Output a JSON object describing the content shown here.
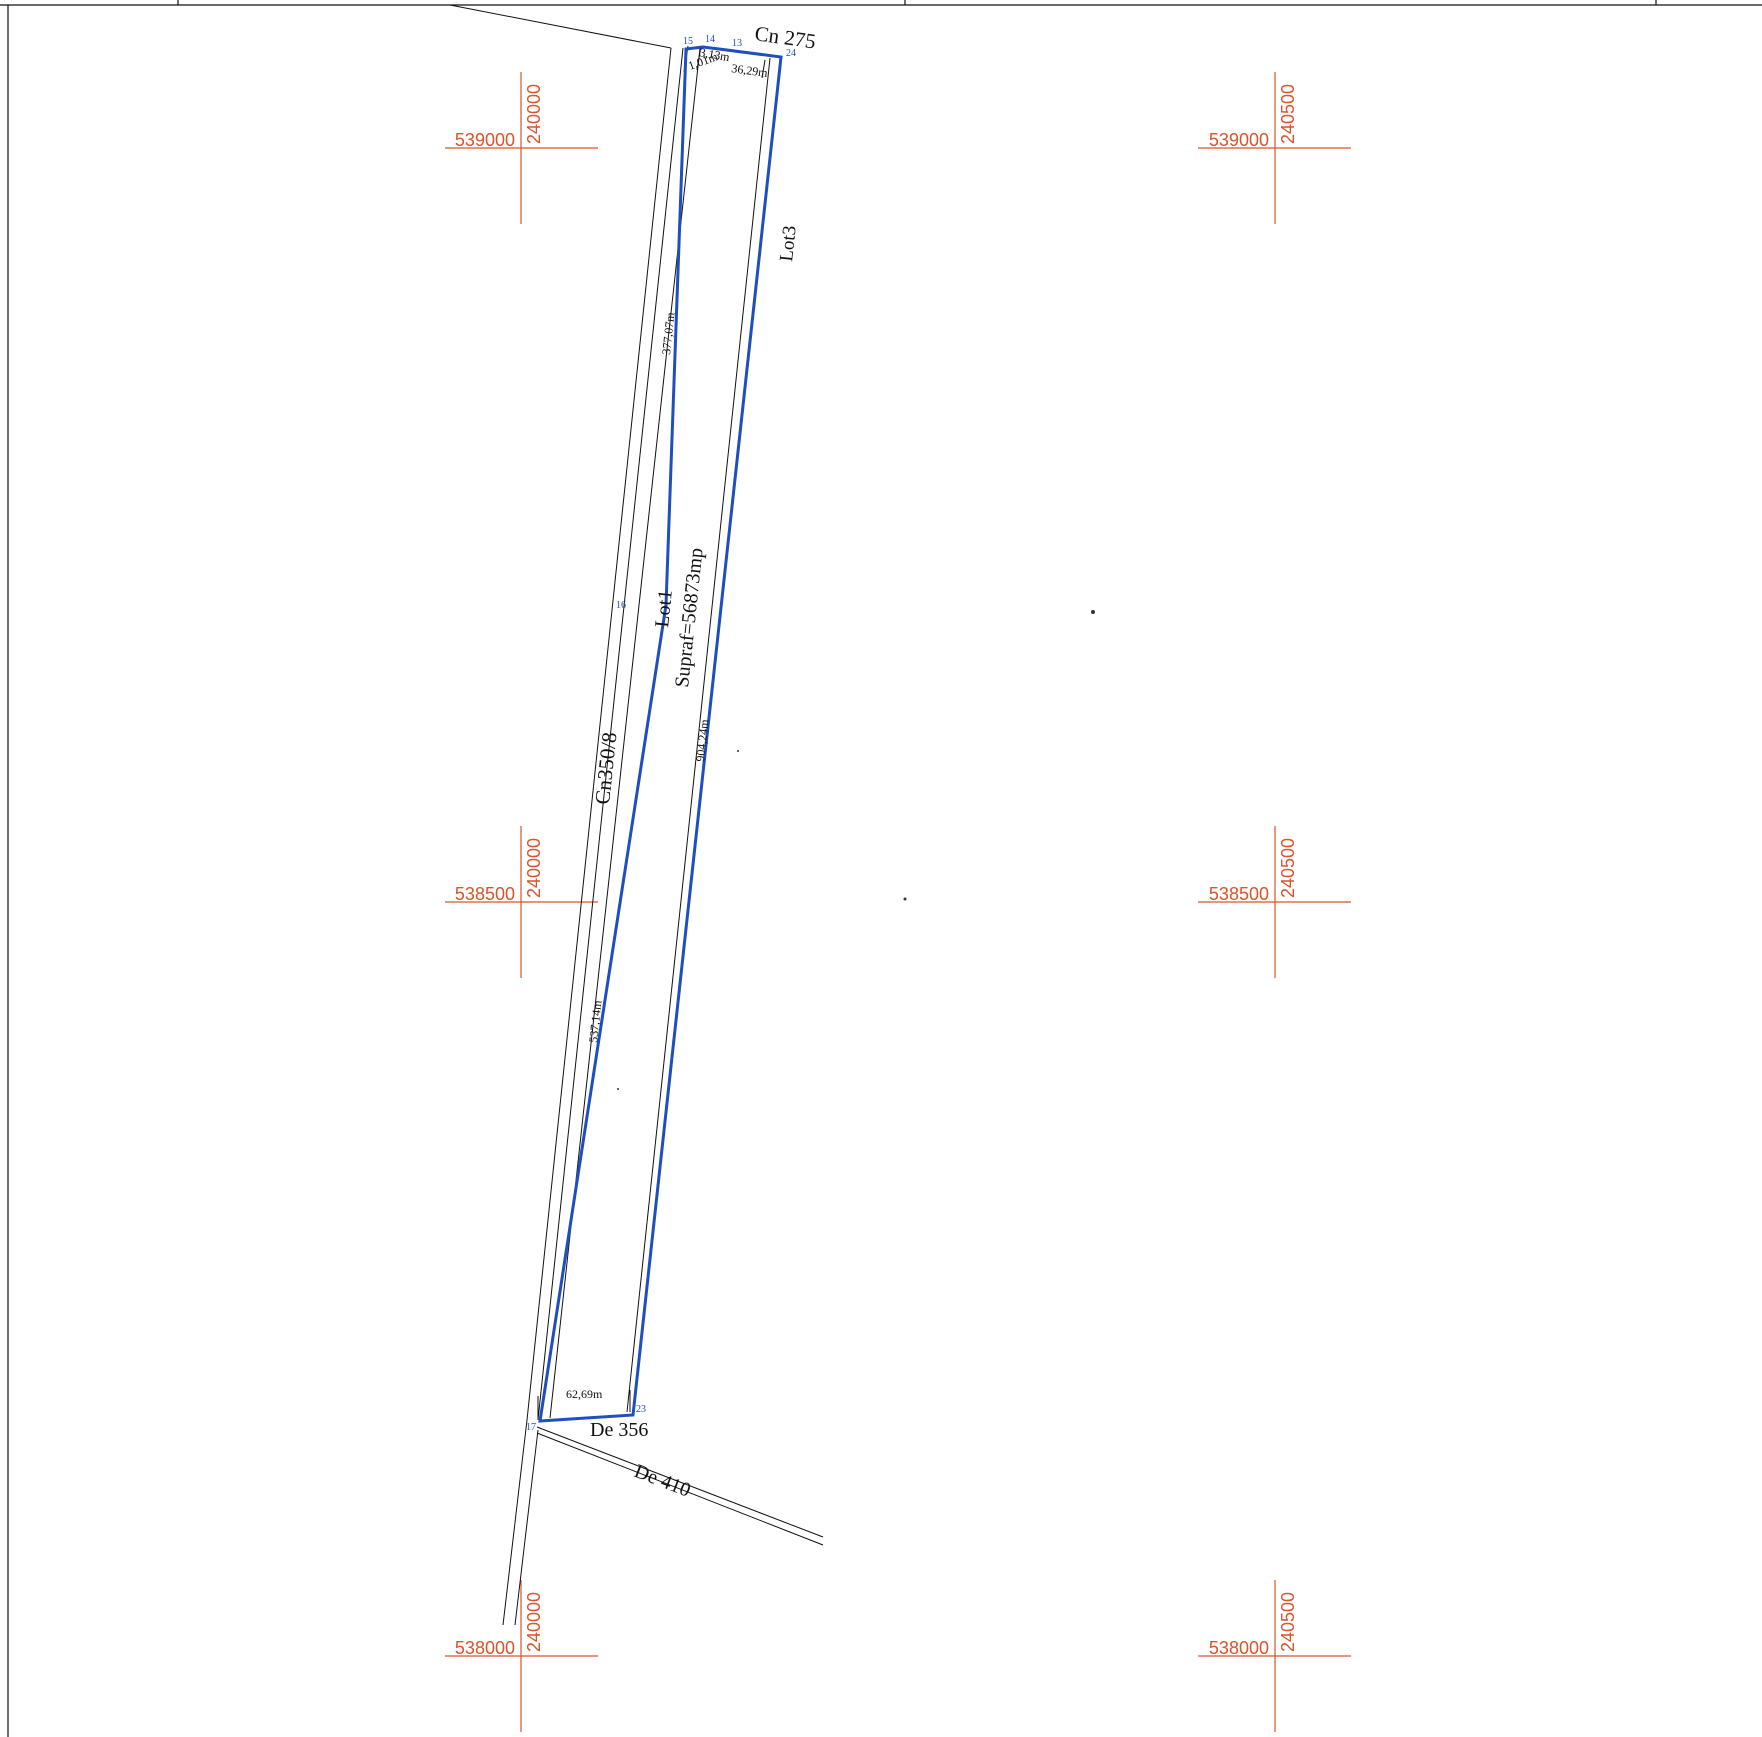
{
  "plan": {
    "colors": {
      "parcel_outline": "#1f4fbf",
      "grid": "#d9532c",
      "lines": "#111111",
      "point_labels": "#1f4fbf"
    },
    "grid_labels": {
      "easting_1": "240000",
      "easting_2": "240500",
      "northing_1": "539000",
      "northing_2": "538500",
      "northing_3": "538000"
    },
    "labels": {
      "cn275": "Cn 275",
      "lot3": "Lot3",
      "lot1": "Lot1",
      "supraf": "Supraf=56873mp",
      "cn3508": "Cn350/8",
      "de356": "De 356",
      "de410": "De 410"
    },
    "dimensions": {
      "d1": "1,01m",
      "d2": "3,13m",
      "d3": "36,29m",
      "d4": "377,07m",
      "d5": "904,24m",
      "d6": "537,14m",
      "d7": "62,69m"
    },
    "points": {
      "p15": "15",
      "p14": "14",
      "p13": "13",
      "p24": "24",
      "p16": "16",
      "p17": "17",
      "p23": "23"
    }
  }
}
